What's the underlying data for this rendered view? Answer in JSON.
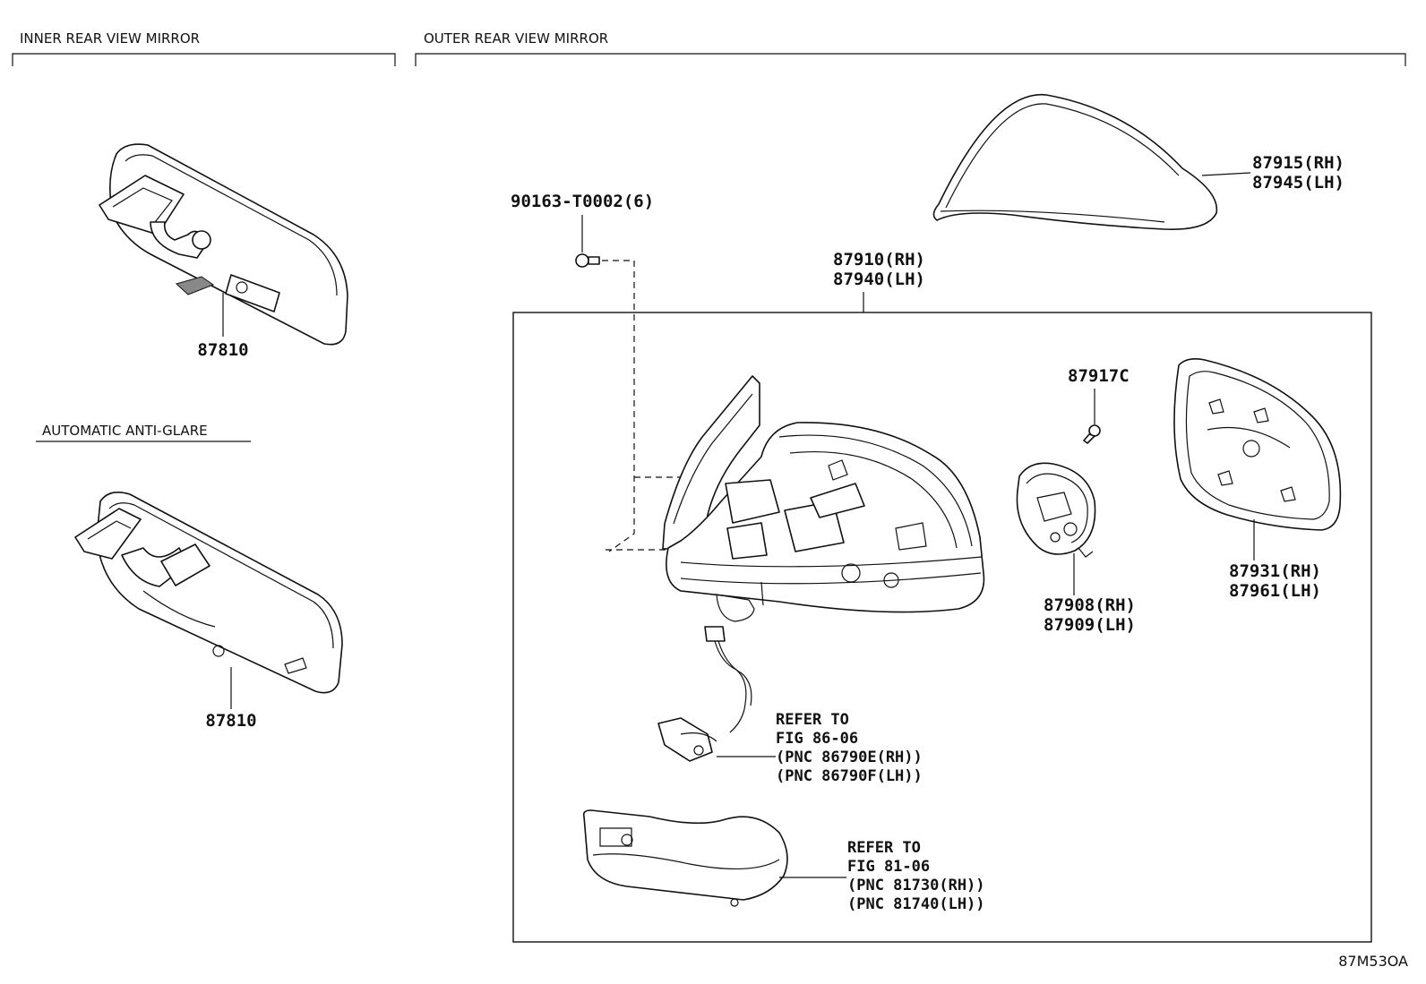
{
  "sections": {
    "inner": "INNER REAR VIEW MIRROR",
    "outer": "OUTER REAR VIEW MIRROR",
    "auto": "AUTOMATIC ANTI-GLARE"
  },
  "parts": {
    "inner_mirror": "87810",
    "auto_mirror": "87810",
    "screw": "90163-T0002(6)",
    "cover_rh": "87915(RH)",
    "cover_lh": "87945(LH)",
    "assy_rh": "87910(RH)",
    "assy_lh": "87940(LH)",
    "pin": "87917C",
    "actuator_rh": "87908(RH)",
    "actuator_lh": "87909(LH)",
    "glass_rh": "87931(RH)",
    "glass_lh": "87961(LH)"
  },
  "refs": {
    "lamp": [
      "REFER TO",
      "FIG 86-06",
      "(PNC 86790E(RH))",
      "(PNC 86790F(LH))"
    ],
    "signal": [
      "REFER TO",
      "FIG 81-06",
      "(PNC 81730(RH))",
      "(PNC 81740(LH))"
    ]
  },
  "diagram_code": "87M53OA"
}
